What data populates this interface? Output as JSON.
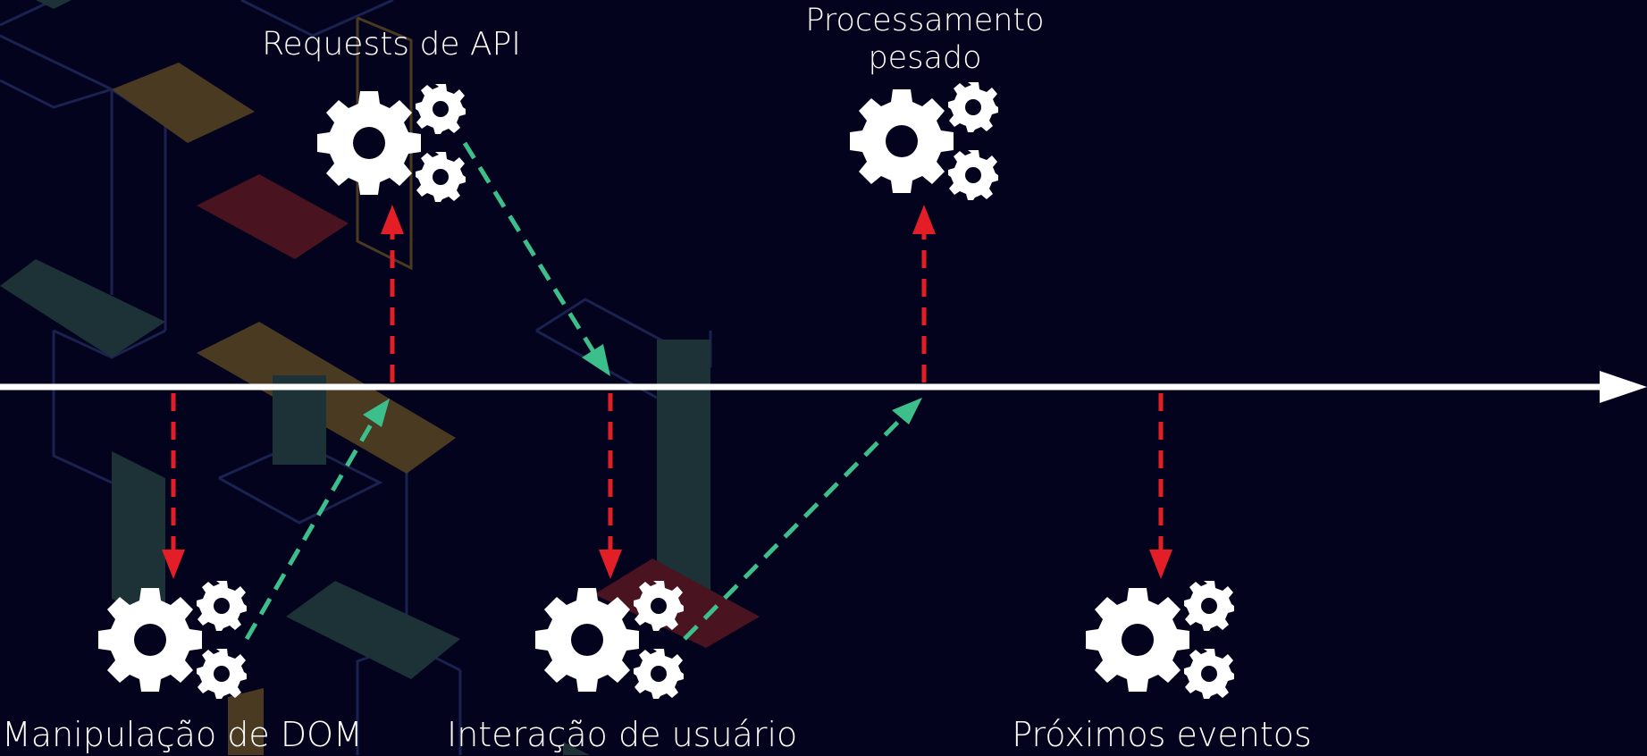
{
  "labels": {
    "dom_manipulation": "Manipulação de DOM",
    "api_requests": "Requests de API",
    "heavy_processing_line1": "Processamento",
    "heavy_processing_line2": "pesado",
    "user_interaction": "Interação de usuário",
    "next_events": "Próximos eventos"
  },
  "colors": {
    "background": "#03031e",
    "timeline": "#ffffff",
    "dispatch_arrow": "#e31e26",
    "return_arrow": "#3cbf8a",
    "gear": "#ffffff"
  },
  "icons": {
    "task": "gears-icon",
    "timeline_head": "arrow-right-icon"
  }
}
